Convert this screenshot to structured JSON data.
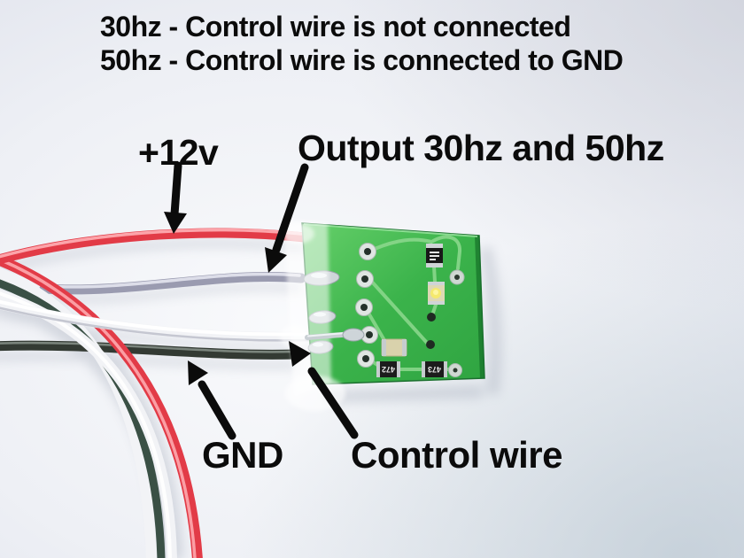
{
  "caption": {
    "line1": "30hz - Control wire is not connected",
    "line2": "50hz - Control wire is connected to GND"
  },
  "annotations": {
    "power": {
      "label": "+12v",
      "target": "red-power-wire"
    },
    "output": {
      "label": "Output 30hz and 50hz",
      "target": "gray-output-wire"
    },
    "gnd": {
      "label": "GND",
      "target": "black-gnd-wire"
    },
    "control": {
      "label": "Control wire",
      "target": "white-control-wire"
    }
  },
  "board": {
    "smd_labels": [
      "472",
      "473"
    ]
  },
  "colors": {
    "annotation": "#0b0b0b",
    "wire_red": "#e23b47",
    "wire_white": "#f2f3f6",
    "wire_gray": "#9a9bb0",
    "wire_black": "#333a33",
    "wire_dark_green": "#3a5045",
    "board_green": "#3bb34b",
    "solder_silver": "#ced5d9"
  }
}
